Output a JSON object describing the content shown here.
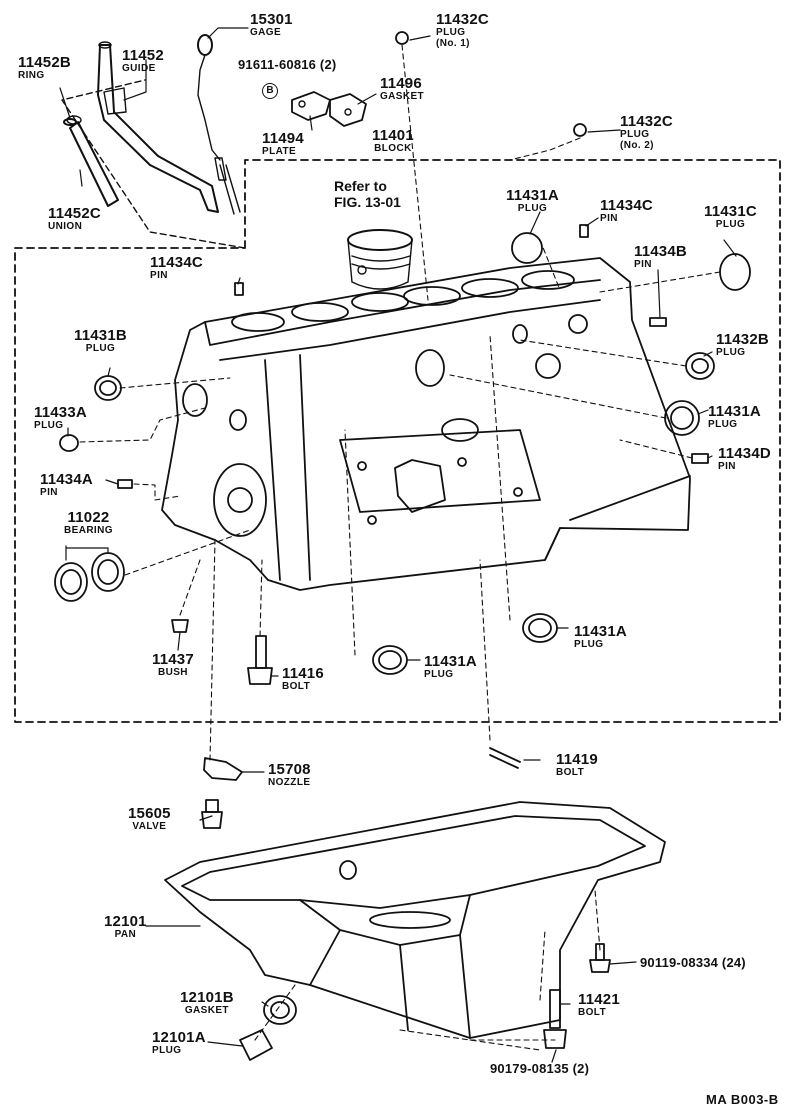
{
  "parts": [
    {
      "id": "p15301",
      "number": "15301",
      "name": "GAGE"
    },
    {
      "id": "p11432c1",
      "number": "11432C",
      "name": "PLUG",
      "sub": "(No. 1)"
    },
    {
      "id": "p11452b",
      "number": "11452B",
      "name": "RING"
    },
    {
      "id": "p11452",
      "number": "11452",
      "name": "GUIDE"
    },
    {
      "id": "p91611",
      "number": "91611-60816 (2)",
      "mark": "B"
    },
    {
      "id": "p11496",
      "number": "11496",
      "name": "GASKET"
    },
    {
      "id": "p11494",
      "number": "11494",
      "name": "PLATE"
    },
    {
      "id": "p11401",
      "number": "11401",
      "name": "BLOCK"
    },
    {
      "id": "p11432c2",
      "number": "11432C",
      "name": "PLUG",
      "sub": "(No. 2)"
    },
    {
      "id": "p11452c",
      "number": "11452C",
      "name": "UNION"
    },
    {
      "id": "p11431a_t",
      "number": "11431A",
      "name": "PLUG"
    },
    {
      "id": "p11434c_r",
      "number": "11434C",
      "name": "PIN"
    },
    {
      "id": "p11431c",
      "number": "11431C",
      "name": "PLUG"
    },
    {
      "id": "p11434c_l",
      "number": "11434C",
      "name": "PIN"
    },
    {
      "id": "p11434b",
      "number": "11434B",
      "name": "PIN"
    },
    {
      "id": "p11431b",
      "number": "11431B",
      "name": "PLUG"
    },
    {
      "id": "p11432b",
      "number": "11432B",
      "name": "PLUG"
    },
    {
      "id": "p11433a",
      "number": "11433A",
      "name": "PLUG"
    },
    {
      "id": "p11431a_r",
      "number": "11431A",
      "name": "PLUG"
    },
    {
      "id": "p11434a",
      "number": "11434A",
      "name": "PIN"
    },
    {
      "id": "p11434d",
      "number": "11434D",
      "name": "PIN"
    },
    {
      "id": "p11022",
      "number": "11022",
      "name": "BEARING"
    },
    {
      "id": "p11431a_b1",
      "number": "11431A",
      "name": "PLUG"
    },
    {
      "id": "p11437",
      "number": "11437",
      "name": "BUSH"
    },
    {
      "id": "p11416",
      "number": "11416",
      "name": "BOLT"
    },
    {
      "id": "p11431a_b2",
      "number": "11431A",
      "name": "PLUG"
    },
    {
      "id": "p11419",
      "number": "11419",
      "name": "BOLT"
    },
    {
      "id": "p15708",
      "number": "15708",
      "name": "NOZZLE"
    },
    {
      "id": "p15605",
      "number": "15605",
      "name": "VALVE"
    },
    {
      "id": "p12101",
      "number": "12101",
      "name": "PAN"
    },
    {
      "id": "p90119",
      "number": "90119-08334 (24)"
    },
    {
      "id": "p12101b",
      "number": "12101B",
      "name": "GASKET"
    },
    {
      "id": "p11421",
      "number": "11421",
      "name": "BOLT"
    },
    {
      "id": "p12101a",
      "number": "12101A",
      "name": "PLUG"
    },
    {
      "id": "p90179",
      "number": "90179-08135 (2)"
    }
  ],
  "reference": {
    "line1": "Refer to",
    "line2": "FIG. 13-01"
  },
  "figure_code": "MA  B003-B"
}
